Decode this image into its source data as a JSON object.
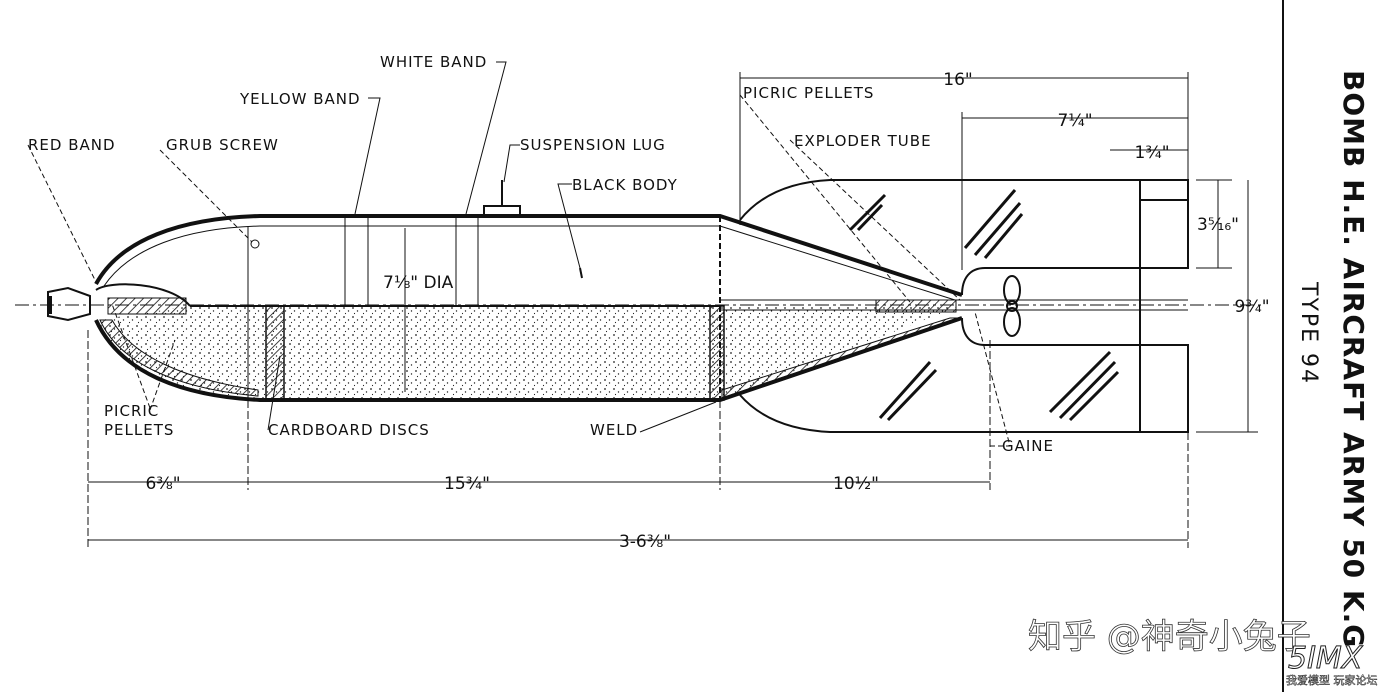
{
  "title": {
    "line1": "BOMB H.E. AIRCRAFT ARMY 50 K.G",
    "line2": "TYPE 94"
  },
  "labels": {
    "red_band": "RED BAND",
    "grub_screw": "GRUB SCREW",
    "yellow_band": "YELLOW BAND",
    "white_band": "WHITE BAND",
    "suspension_lug": "SUSPENSION LUG",
    "black_body": "BLACK BODY",
    "picric_pellets_top": "PICRIC PELLETS",
    "exploder_tube": "EXPLODER TUBE",
    "picric_pellets_bottom_1": "PICRIC",
    "picric_pellets_bottom_2": "PELLETS",
    "cardboard_discs": "CARDBOARD DISCS",
    "weld": "WELD",
    "gaine": "GAINE",
    "diameter": "7⅛\" DIA"
  },
  "dimensions": {
    "overall_tail": "16\"",
    "tail_fin": "7¼\"",
    "fin_tip": "1¾\"",
    "fin_height": "3⁵⁄₁₆\"",
    "span": "9¾\"",
    "nose": "6⅜\"",
    "body": "15¾\"",
    "tail": "10½\"",
    "overall": "3-6⅜\""
  },
  "watermark": {
    "text": "知乎 @神奇小兔子",
    "logo": "5IMX",
    "logo_sub": "我爱模型 玩家论坛"
  }
}
